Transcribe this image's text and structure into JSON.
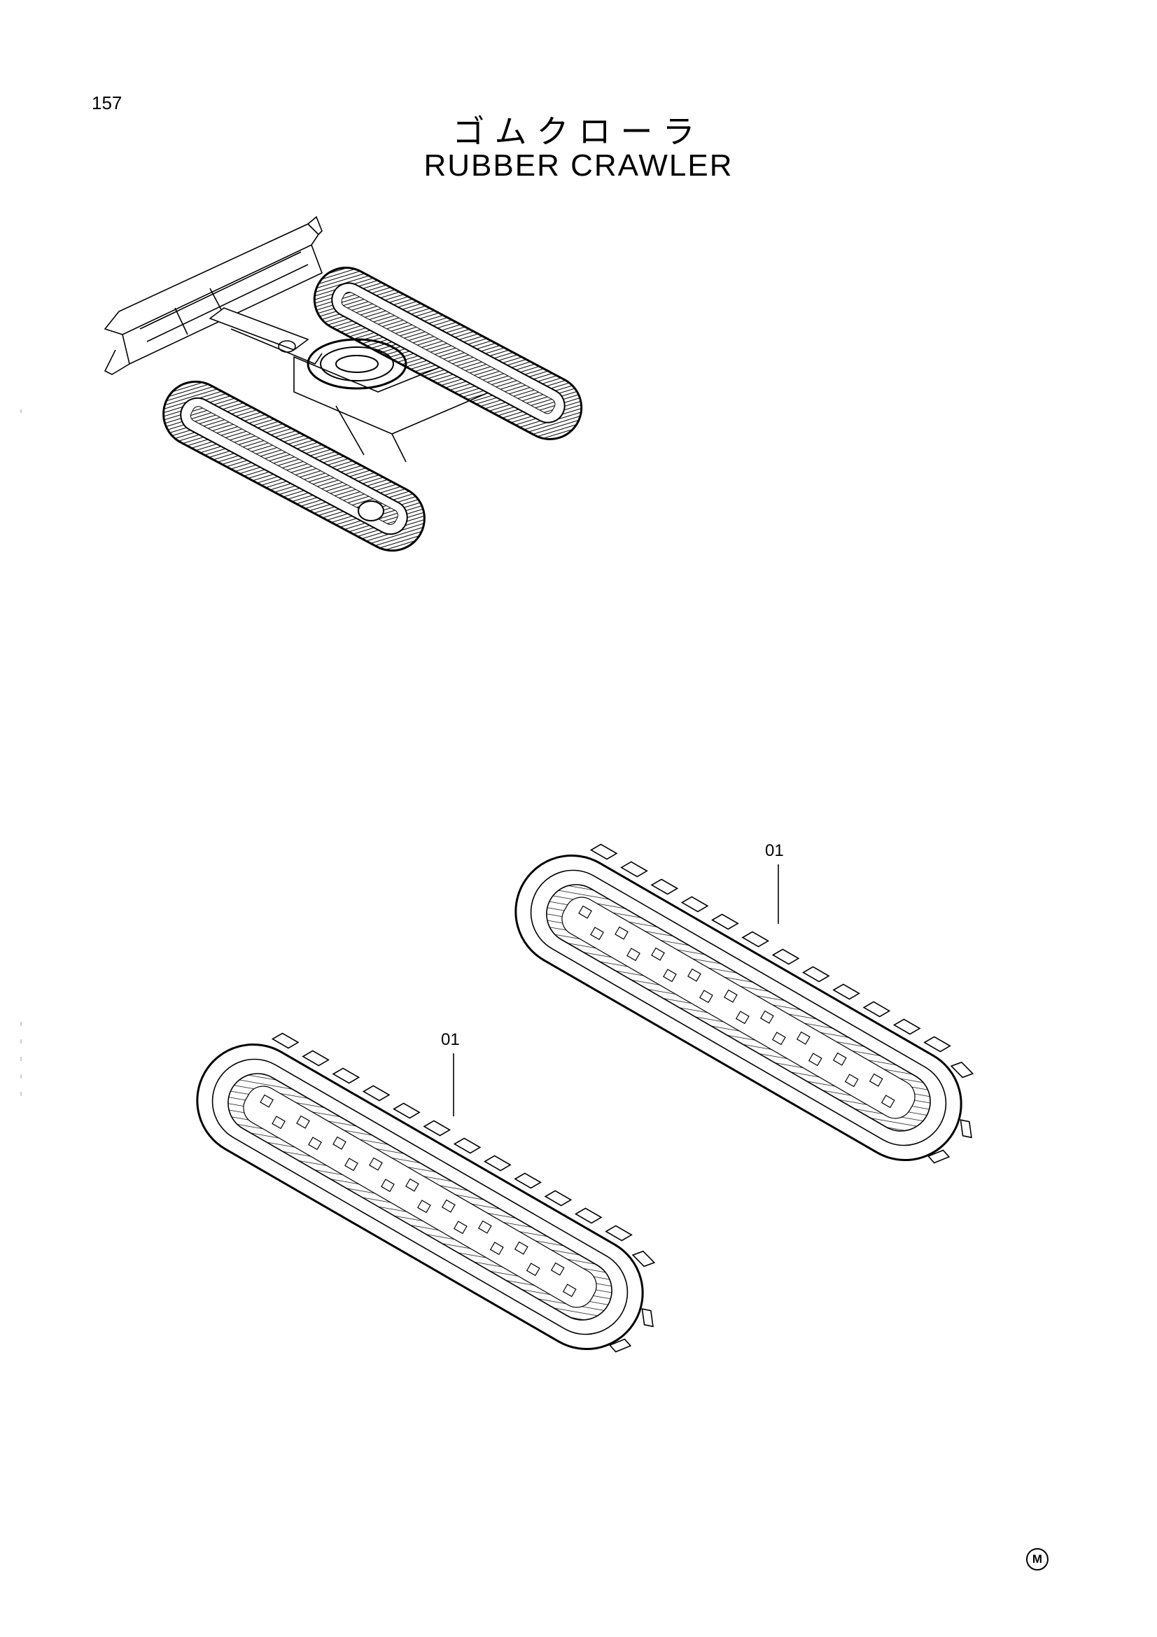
{
  "page_number": "157",
  "title_jp": "ゴムクローラ",
  "title_en": "RUBBER CRAWLER",
  "callouts": [
    "01",
    "01"
  ],
  "corner_mark": "M"
}
